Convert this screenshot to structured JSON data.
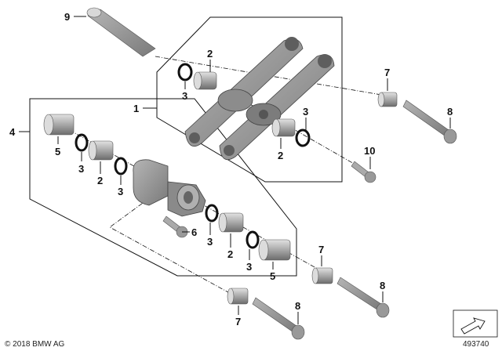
{
  "callouts": {
    "c1": "1",
    "c2a": "2",
    "c2b": "2",
    "c2c": "2",
    "c2d": "2",
    "c3a": "3",
    "c3b": "3",
    "c3c": "3",
    "c3d": "3",
    "c3e": "3",
    "c3f": "3",
    "c4": "4",
    "c5a": "5",
    "c5b": "5",
    "c6": "6",
    "c7a": "7",
    "c7b": "7",
    "c7c": "7",
    "c8a": "8",
    "c8b": "8",
    "c8c": "8",
    "c9": "9",
    "c10": "10"
  },
  "footer": {
    "copyright": "© 2018 BMW AG",
    "diagram_id": "493740"
  },
  "colors": {
    "part_light": "#c9c9c9",
    "part_mid": "#9a9a9a",
    "part_dark": "#6e6e6e",
    "line": "#111111"
  }
}
